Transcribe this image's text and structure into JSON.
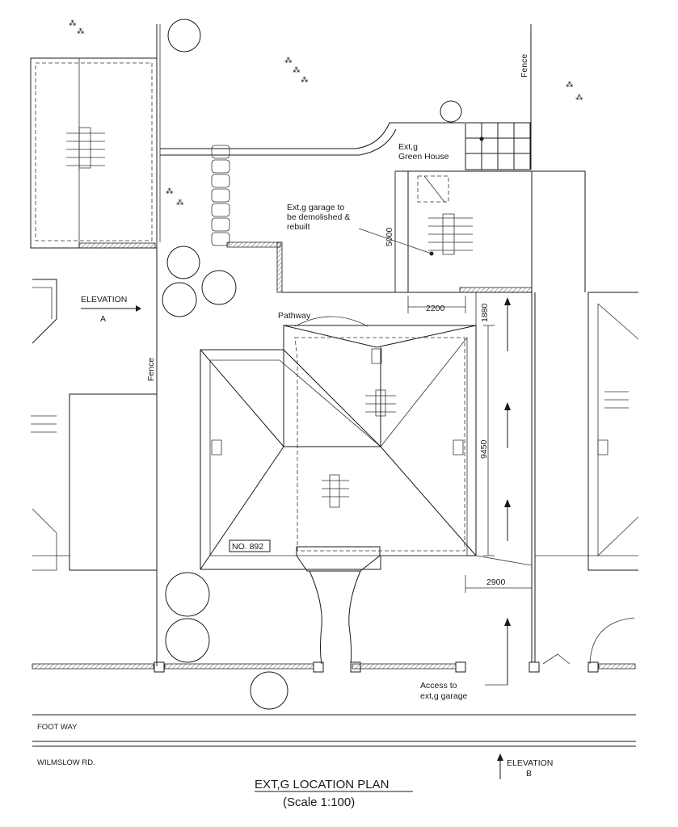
{
  "labels": {
    "fence_top": "Fence",
    "fence_left": "Fence",
    "greenhouse_line1": "Ext,g",
    "greenhouse_line2": "Green House",
    "garage_line1": "Ext,g garage to",
    "garage_line2": "be demolished &",
    "garage_line3": "rebuilt",
    "elevation_a_line1": "ELEVATION",
    "elevation_a_line2": "A",
    "pathway": "Pathway",
    "house_number": "NO. 892",
    "access_line1": "Access to",
    "access_line2": "ext,g garage",
    "foot_way": "FOOT WAY",
    "road": "WILMSLOW RD.",
    "elevation_b_line1": "ELEVATION",
    "elevation_b_line2": "B"
  },
  "dimensions": {
    "garage_height": "5000",
    "garage_width": "2200",
    "gap_1880": "1880",
    "house_depth": "9450",
    "side_width": "2900"
  },
  "title": {
    "main": "EXT,G LOCATION PLAN",
    "scale": "(Scale 1:100)"
  }
}
